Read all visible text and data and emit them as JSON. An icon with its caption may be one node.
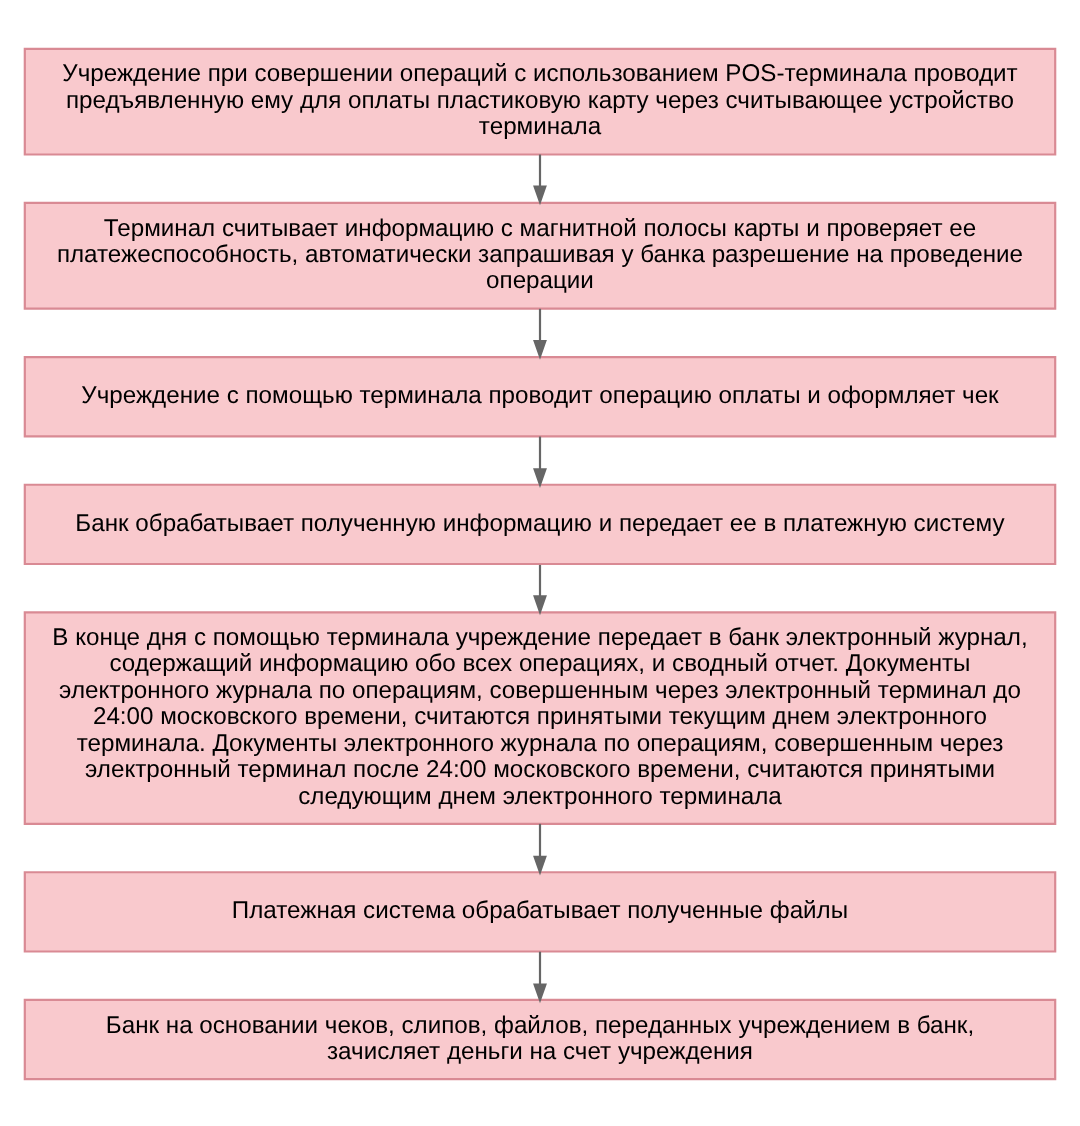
{
  "diagram": {
    "nodes": [
      {
        "text": [
          "Учреждение при совершении операций с использованием POS-терминала проводит предъявленную ему для оплаты пластиковую карту через считывающее устройство терминала"
        ]
      },
      {
        "text": [
          "Терминал считывает информацию с магнитной полосы карты и проверяет ее платежеспособность, автоматически запрашивая у банка разрешение на проведение операции"
        ]
      },
      {
        "text": [
          "Учреждение с помощью терминала проводит операцию оплаты и оформляет чек"
        ]
      },
      {
        "text": [
          "Банк обрабатывает полученную информацию и передает ее в платежную систему"
        ]
      },
      {
        "text": [
          "В конце дня с помощью терминала учреждение передает в банк электронный журнал, содержащий информацию обо всех операциях, и сводный отчет. Документы электронного журнала по операциям, совершенным через электронный терминал до 24:00 московского времени, считаются принятыми текущим днем электронного терминала. Документы электронного журнала по операциям, совершенным через электронный терминал после 24:00 московского времени, считаются принятыми следующим днем электронного терминала"
        ]
      },
      {
        "text": [
          "Платежная система обрабатывает полученные файлы"
        ]
      },
      {
        "text": [
          "Банк на основании чеков, слипов, файлов, переданных учреждением в банк, зачисляет деньги на счет учреждения"
        ]
      }
    ],
    "edges": [
      {
        "from": 0,
        "to": 1,
        "arrow": "to"
      },
      {
        "from": 1,
        "to": 2,
        "arrow": "to"
      },
      {
        "from": 2,
        "to": 3,
        "arrow": "to"
      },
      {
        "from": 3,
        "to": 4,
        "arrow": "to"
      },
      {
        "from": 4,
        "to": 5,
        "arrow": "to"
      },
      {
        "from": 5,
        "to": 6,
        "arrow": "to"
      }
    ]
  }
}
